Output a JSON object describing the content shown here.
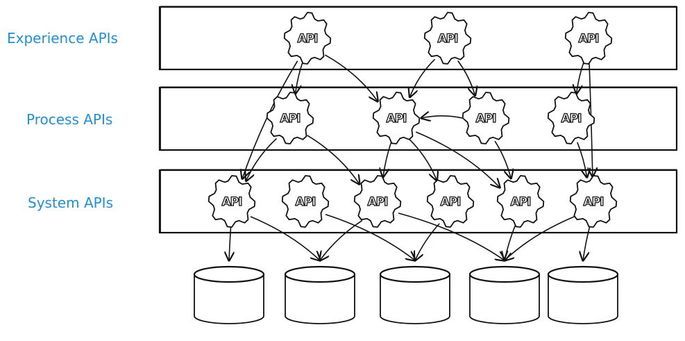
{
  "layers": [
    {
      "id": "experience",
      "label": "Experience APIs",
      "api_count": 3
    },
    {
      "id": "process",
      "label": "Process APIs",
      "api_count": 4
    },
    {
      "id": "system",
      "label": "System APIs",
      "api_count": 6
    }
  ],
  "api_node_text": "API",
  "databases": {
    "count": 5
  },
  "colors": {
    "label": "#1b8fe0",
    "stroke": "#111111",
    "background": "#ffffff"
  },
  "connections": [
    {
      "from": "experience.0",
      "to": "process.0"
    },
    {
      "from": "experience.0",
      "to": "process.1"
    },
    {
      "from": "experience.0",
      "to": "system.0"
    },
    {
      "from": "experience.1",
      "to": "process.1"
    },
    {
      "from": "experience.1",
      "to": "process.2"
    },
    {
      "from": "experience.2",
      "to": "process.3"
    },
    {
      "from": "experience.2",
      "to": "system.5"
    },
    {
      "from": "process.2",
      "to": "process.1"
    },
    {
      "from": "process.0",
      "to": "system.0"
    },
    {
      "from": "process.0",
      "to": "system.2"
    },
    {
      "from": "process.1",
      "to": "system.2"
    },
    {
      "from": "process.1",
      "to": "system.3"
    },
    {
      "from": "process.1",
      "to": "system.4"
    },
    {
      "from": "process.2",
      "to": "system.4"
    },
    {
      "from": "process.3",
      "to": "system.5"
    },
    {
      "from": "system.0",
      "to": "db.0"
    },
    {
      "from": "system.0",
      "to": "db.1"
    },
    {
      "from": "system.1",
      "to": "db.2"
    },
    {
      "from": "system.2",
      "to": "db.1"
    },
    {
      "from": "system.2",
      "to": "db.3"
    },
    {
      "from": "system.3",
      "to": "db.2"
    },
    {
      "from": "system.4",
      "to": "db.3"
    },
    {
      "from": "system.5",
      "to": "db.3"
    },
    {
      "from": "system.5",
      "to": "db.4"
    }
  ]
}
